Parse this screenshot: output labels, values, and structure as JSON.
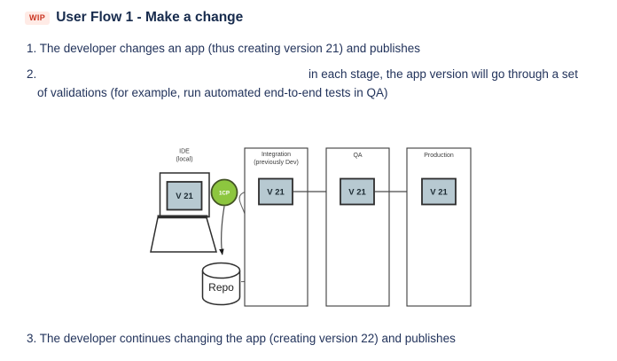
{
  "header": {
    "badge": "WIP",
    "title": "User Flow 1 - Make a change"
  },
  "steps": {
    "step1": "1. The developer changes an app (thus creating version 21) and publishes",
    "step2_number": "2.",
    "step2_line1": "in each stage, the app version will go through a set",
    "step2_line2": "of validations (for example, run automated end-to-end tests in QA)",
    "step3": "3. The developer continues changing the app (creating version 22) and publishes"
  },
  "diagram": {
    "ide": {
      "label1": "IDE",
      "label2": "(local)",
      "version": "V 21"
    },
    "publish_node": {
      "label": "1CP"
    },
    "repo": {
      "label": "Repo"
    },
    "stages": [
      {
        "label1": "Integration",
        "label2": "(previously Dev)",
        "version": "V 21"
      },
      {
        "label1": "QA",
        "version": "V 21"
      },
      {
        "label1": "Production",
        "version": "V 21"
      }
    ]
  },
  "colors": {
    "version_box_fill": "#b7c9d1",
    "version_box_border": "#2e2e2e",
    "publish_node_fill": "#8dc63f",
    "publish_node_border": "#435325",
    "column_border": "#3d3d3d",
    "line": "#4a4a4a",
    "badge_bg": "#ffebe6",
    "badge_text": "#ca3521",
    "heading_text": "#172b4d",
    "body_text": "#22335b"
  }
}
